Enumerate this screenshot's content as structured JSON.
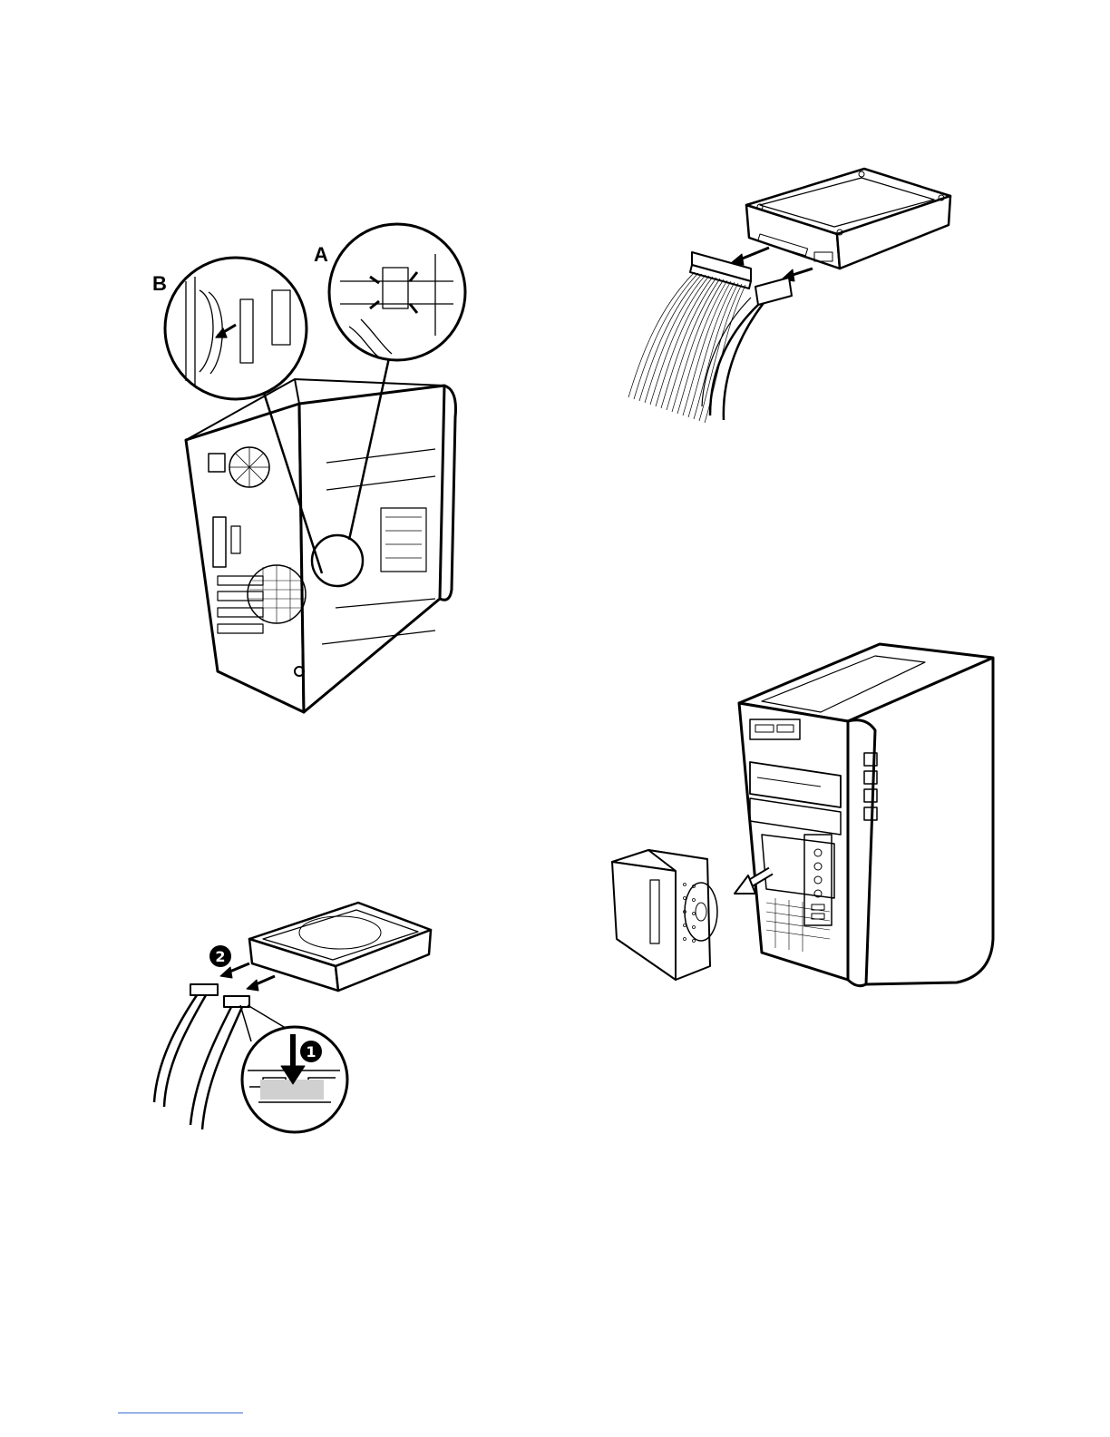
{
  "figures": {
    "fig_tower_rear": {
      "callout_a": "A",
      "callout_b": "B",
      "icons": [
        "computer-tower-icon",
        "magnifier-circle-icon",
        "arrow-icon"
      ]
    },
    "fig_hdd_ide_cables": {
      "icons": [
        "hard-drive-icon",
        "ribbon-cable-icon",
        "power-connector-icon",
        "arrow-icon"
      ]
    },
    "fig_hdd_sata_cables": {
      "step_1": "1",
      "step_2": "2",
      "icons": [
        "hard-drive-icon",
        "sata-cable-icon",
        "latch-detail-icon",
        "arrow-icon"
      ]
    },
    "fig_tower_front_cage": {
      "icons": [
        "computer-tower-icon",
        "drive-cage-icon",
        "hard-drive-icon",
        "arrow-icon"
      ]
    }
  },
  "footer": {
    "link_text": ""
  },
  "colors": {
    "ink": "#000000",
    "paper": "#ffffff",
    "link": "#3a6fd8"
  }
}
